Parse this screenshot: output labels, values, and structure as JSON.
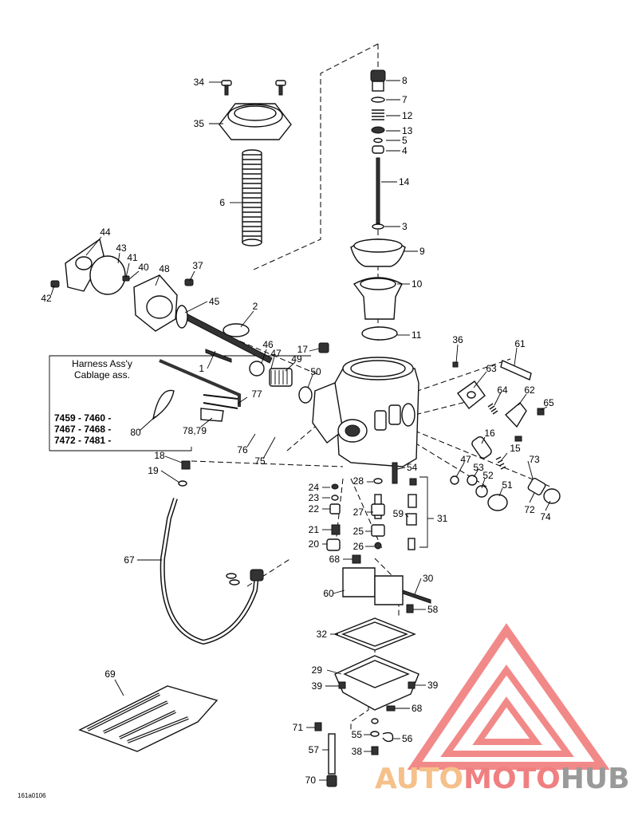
{
  "diagram": {
    "harness_box": {
      "title_line1": "Harness Ass'y",
      "title_line2": "Cablage ass.",
      "models_line1": "7459 - 7460 -",
      "models_line2": "7467 - 7468 -",
      "models_line3": "7472 - 7481 -"
    },
    "drawing_code": "161a0106",
    "callouts": [
      {
        "text": "34"
      },
      {
        "text": "35"
      },
      {
        "text": "6"
      },
      {
        "text": "8"
      },
      {
        "text": "7"
      },
      {
        "text": "12"
      },
      {
        "text": "13"
      },
      {
        "text": "5"
      },
      {
        "text": "4"
      },
      {
        "text": "14"
      },
      {
        "text": "3"
      },
      {
        "text": "9"
      },
      {
        "text": "10"
      },
      {
        "text": "11"
      },
      {
        "text": "44"
      },
      {
        "text": "43"
      },
      {
        "text": "41"
      },
      {
        "text": "40"
      },
      {
        "text": "48"
      },
      {
        "text": "37"
      },
      {
        "text": "42"
      },
      {
        "text": "45"
      },
      {
        "text": "2"
      },
      {
        "text": "1"
      },
      {
        "text": "46"
      },
      {
        "text": "47"
      },
      {
        "text": "49"
      },
      {
        "text": "50"
      },
      {
        "text": "17"
      },
      {
        "text": "36"
      },
      {
        "text": "61"
      },
      {
        "text": "63"
      },
      {
        "text": "64"
      },
      {
        "text": "62"
      },
      {
        "text": "65"
      },
      {
        "text": "77"
      },
      {
        "text": "78,79"
      },
      {
        "text": "80"
      },
      {
        "text": "76"
      },
      {
        "text": "75"
      },
      {
        "text": "16"
      },
      {
        "text": "15"
      },
      {
        "text": "73"
      },
      {
        "text": "47"
      },
      {
        "text": "53"
      },
      {
        "text": "52"
      },
      {
        "text": "51"
      },
      {
        "text": "72"
      },
      {
        "text": "74"
      },
      {
        "text": "18"
      },
      {
        "text": "19"
      },
      {
        "text": "54"
      },
      {
        "text": "28"
      },
      {
        "text": "24"
      },
      {
        "text": "23"
      },
      {
        "text": "22"
      },
      {
        "text": "27"
      },
      {
        "text": "59"
      },
      {
        "text": "31"
      },
      {
        "text": "21"
      },
      {
        "text": "25"
      },
      {
        "text": "20"
      },
      {
        "text": "26"
      },
      {
        "text": "68"
      },
      {
        "text": "67"
      },
      {
        "text": "30"
      },
      {
        "text": "60"
      },
      {
        "text": "58"
      },
      {
        "text": "32"
      },
      {
        "text": "29"
      },
      {
        "text": "39"
      },
      {
        "text": "39"
      },
      {
        "text": "69"
      },
      {
        "text": "68"
      },
      {
        "text": "71"
      },
      {
        "text": "55"
      },
      {
        "text": "56"
      },
      {
        "text": "57"
      },
      {
        "text": "38"
      },
      {
        "text": "70"
      }
    ]
  },
  "watermark": {
    "part1": "AUTO",
    "part2": "MOTO",
    "part3": "HUB",
    "color_auto": "#f5c08a",
    "color_moto": "#f08080",
    "color_hub": "#9a9a9a",
    "color_logo": "#f07575"
  }
}
